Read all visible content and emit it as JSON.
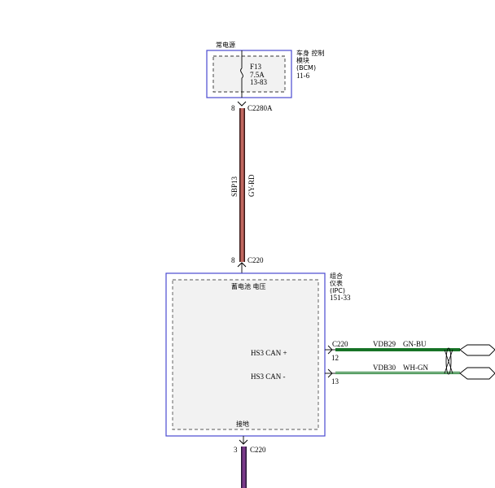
{
  "colors": {
    "module_border": "#4a4ad0",
    "module_fill": "#f2f2f2",
    "wire_gy_rd_outer": "#3a1a1a",
    "wire_gy_rd_inner": "#c0675f",
    "wire_green": "#1a7a2a",
    "wire_bottom_outer": "#2a1a3a",
    "wire_bottom_inner": "#7a3a8a"
  },
  "bcm": {
    "power_label": "常电源",
    "module_name_line1": "车身 控制",
    "module_name_line2": "模块",
    "module_name_line3": "(BCM)",
    "module_ref": "11-6",
    "fuse_id": "F13",
    "fuse_rating": "7.5A",
    "fuse_ref": "13-83",
    "pin": "8",
    "connector": "C2280A"
  },
  "wire_top": {
    "circuit": "SBP13",
    "color_code": "GY-RD"
  },
  "ipc": {
    "pin_top": "8",
    "connector_top": "C220",
    "module_name_line1": "组合",
    "module_name_line2": "仪表",
    "module_name_line3": "(IPC)",
    "module_ref": "151-33",
    "battery_voltage_label": "蓄电池 电压",
    "hs3_can_plus": "HS3 CAN +",
    "hs3_can_minus": "HS3 CAN -",
    "connector_right": "C220",
    "pin_plus": "12",
    "pin_minus": "13",
    "ground_label": "接地",
    "pin_bottom": "3",
    "connector_bottom": "C220"
  },
  "can_wires": [
    {
      "circuit": "VDB29",
      "color_code": "GN-BU"
    },
    {
      "circuit": "VDB30",
      "color_code": "WH-GN"
    }
  ]
}
